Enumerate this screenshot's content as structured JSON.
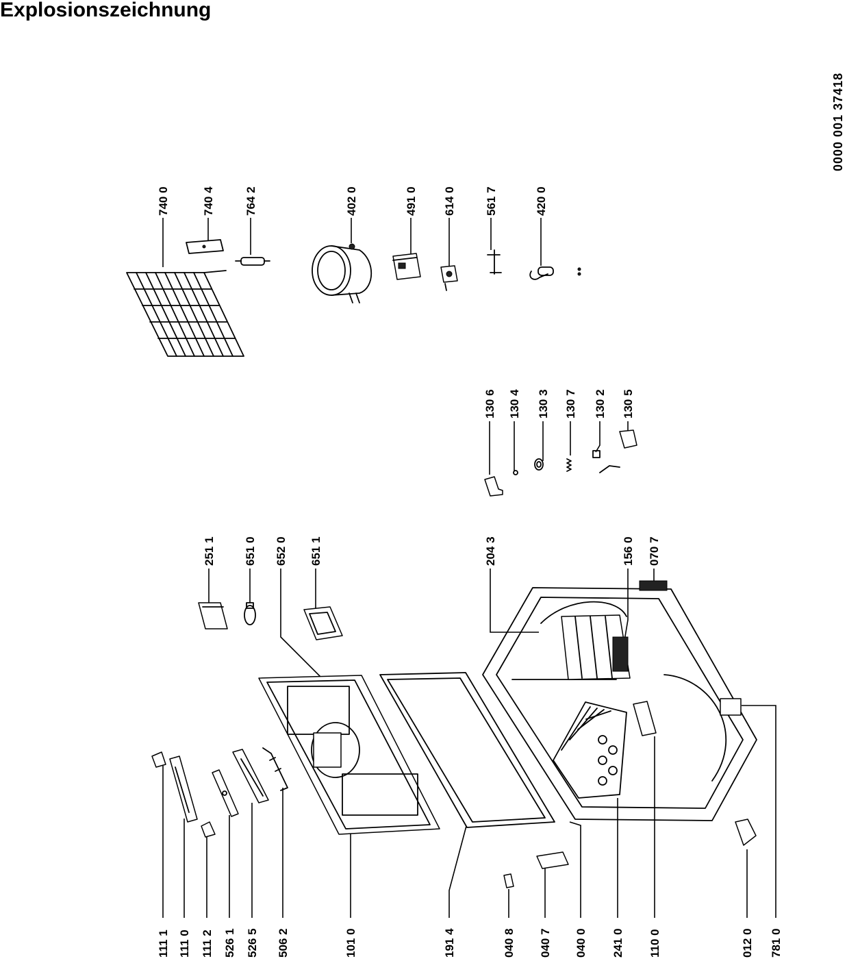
{
  "title": "Explosionszeichnung",
  "document_number": "0000 001 37418",
  "part_labels": {
    "p1111": "111 1",
    "p1110": "111 0",
    "p1112": "111 2",
    "p5261": "526 1",
    "p5265": "526 5",
    "p5062": "506 2",
    "p1010": "101 0",
    "p1914": "191 4",
    "p0408": "040 8",
    "p0407": "040 7",
    "p0400": "040 0",
    "p2410": "241 0",
    "p1100": "110 0",
    "p0120": "012 0",
    "p7810": "781 0",
    "p2511": "251 1",
    "p6510": "651 0",
    "p6520": "652 0",
    "p6511": "651 1",
    "p2043": "204 3",
    "p1560": "156 0",
    "p0707": "070 7",
    "p1306": "130 6",
    "p1304": "130 4",
    "p1303": "130 3",
    "p1307": "130 7",
    "p1302": "130 2",
    "p1305": "130 5",
    "p7400": "740 0",
    "p7404": "740 4",
    "p7642": "764 2",
    "p4020": "402 0",
    "p4910": "491 0",
    "p6140": "614 0",
    "p5617": "561 7",
    "p4200": "420 0"
  }
}
